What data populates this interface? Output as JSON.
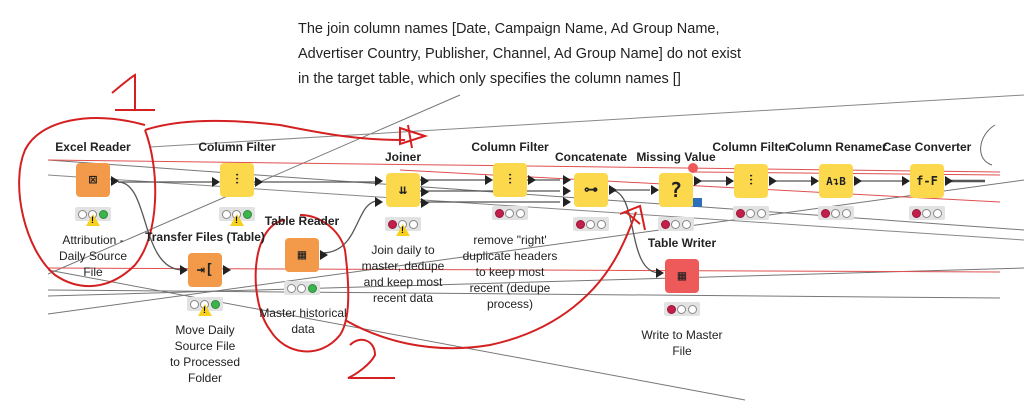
{
  "error_message": {
    "lines": [
      "The join column names [Date, Campaign Name, Ad Group Name,",
      "Advertiser Country, Publisher, Channel, Ad Group Name] do not exist",
      "in the target table, which only specifies the column names []"
    ]
  },
  "annotations_handdrawn": {
    "label_1": "1",
    "label_2": "2"
  },
  "nodes": {
    "excel_reader": {
      "title": "Excel Reader",
      "icon": "excel-reader-icon",
      "glyph": "⊠",
      "color": "#f39a4a",
      "status": [
        "idle",
        "idle",
        "executed"
      ],
      "warning": true,
      "annotation": [
        "Attribution -",
        "Daily Source",
        "File"
      ]
    },
    "column_filter_1": {
      "title": "Column Filter",
      "icon": "column-filter-icon",
      "glyph": "⫶",
      "color": "#fcd94c",
      "status": [
        "idle",
        "idle",
        "executed"
      ],
      "warning": true,
      "annotation": []
    },
    "transfer_files": {
      "title": "Transfer Files (Table)",
      "icon": "transfer-files-icon",
      "glyph": "⇥[",
      "color": "#f39a4a",
      "status": [
        "idle",
        "idle",
        "executed"
      ],
      "warning": true,
      "annotation": [
        "Move Daily",
        "Source File",
        "to Processed",
        "Folder"
      ]
    },
    "table_reader": {
      "title": "Table Reader",
      "icon": "table-reader-icon",
      "glyph": "▦",
      "color": "#f39a4a",
      "status": [
        "idle",
        "idle",
        "executed"
      ],
      "warning": false,
      "annotation": [
        "Master historical",
        "data"
      ]
    },
    "joiner": {
      "title": "Joiner",
      "icon": "joiner-icon",
      "glyph": "⇊",
      "color": "#fcd94c",
      "status": [
        "error",
        "idle",
        "idle"
      ],
      "warning": true,
      "annotation": [
        "Join daily to",
        "master, dedupe",
        "and keep most",
        "recent data"
      ]
    },
    "column_filter_2": {
      "title": "Column Filter",
      "icon": "column-filter-icon",
      "glyph": "⫶",
      "color": "#fcd94c",
      "status": [
        "error",
        "idle",
        "idle"
      ],
      "warning": false,
      "annotation": [
        "remove \"right'",
        "duplicate headers",
        "to keep most",
        "recent (dedupe",
        "process)"
      ]
    },
    "concatenate": {
      "title": "Concatenate",
      "icon": "concatenate-icon",
      "glyph": "⊶",
      "color": "#fcd94c",
      "status": [
        "error",
        "idle",
        "idle"
      ],
      "warning": false,
      "annotation": []
    },
    "missing_value": {
      "title": "Missing Value",
      "icon": "missing-value-icon",
      "glyph": "?",
      "color": "#fcd94c",
      "status": [
        "error",
        "idle",
        "idle"
      ],
      "warning": false,
      "annotation": []
    },
    "column_filter_3": {
      "title": "Column Filter",
      "icon": "column-filter-icon",
      "glyph": "⫶",
      "color": "#fcd94c",
      "status": [
        "error",
        "idle",
        "idle"
      ],
      "warning": false,
      "annotation": []
    },
    "column_renamer": {
      "title": "Column Renamer",
      "icon": "column-renamer-icon",
      "glyph": "A↴B",
      "color": "#fcd94c",
      "status": [
        "error",
        "idle",
        "idle"
      ],
      "warning": false,
      "annotation": []
    },
    "case_converter": {
      "title": "Case Converter",
      "icon": "case-converter-icon",
      "glyph": "f-F",
      "color": "#fcd94c",
      "status": [
        "error",
        "idle",
        "idle"
      ],
      "warning": false,
      "annotation": []
    },
    "table_writer": {
      "title": "Table Writer",
      "icon": "table-writer-icon",
      "glyph": "▦",
      "color": "#ee5a5a",
      "status": [
        "error",
        "idle",
        "idle"
      ],
      "warning": false,
      "annotation": [
        "Write to Master",
        "File"
      ]
    }
  }
}
